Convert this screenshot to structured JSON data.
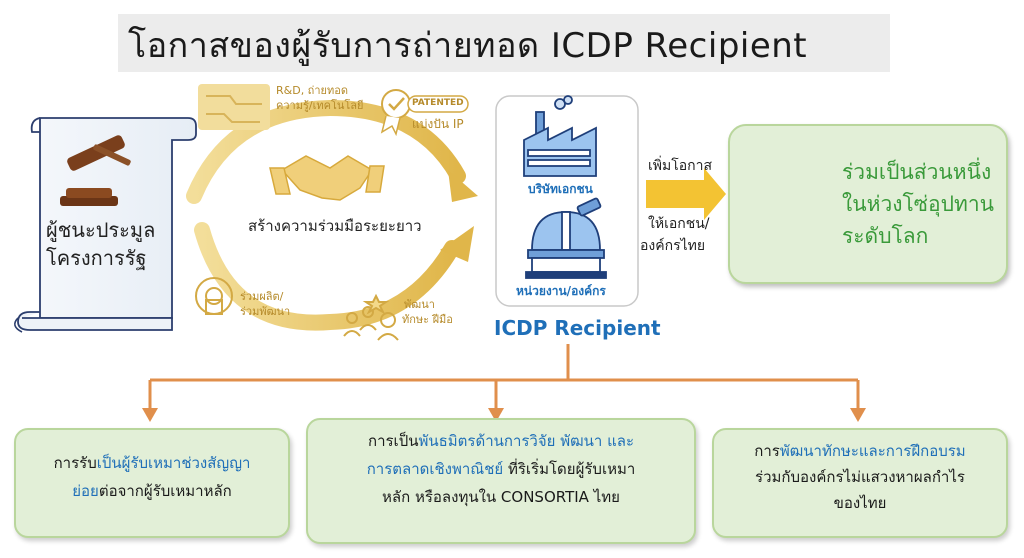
{
  "title": "โอกาสของผู้รับการถ่ายทอด ICDP Recipient",
  "scroll": {
    "line1": "ผู้ชนะประมูล",
    "line2": "โครงการรัฐ"
  },
  "cycle": {
    "center_label": "สร้างความร่วมมือระยะยาว",
    "rd_line1": "R&D, ถ่ายทอด",
    "rd_line2": "ความรู้/เทคโนโลยี",
    "patented_badge": "PATENTED",
    "ip_label": "แบ่งปัน IP",
    "coprod_line1": "ร่วมผลิต/",
    "coprod_line2": "ร่วมพัฒนา",
    "skill_line1": "พัฒนา",
    "skill_line2": "ทักษะ ฝีมือ"
  },
  "recipient": {
    "company_label": "บริษัทเอกชน",
    "agency_label": "หน่วยงาน/องค์กร",
    "caption": "ICDP Recipient"
  },
  "arrow": {
    "line1": "เพิ่มโอกาส",
    "line2": "ให้เอกชน/",
    "line3": "องค์กรไทย"
  },
  "global": {
    "line1": "ร่วมเป็นส่วนหนึ่ง",
    "line2": "ในห่วงโซ่อุปทาน",
    "line3": "ระดับโลก"
  },
  "boxes": {
    "left": {
      "p1": "การรับ",
      "p2": "เป็นผู้รับเหมาช่วงสัญญา",
      "p3": "ย่อย",
      "p4": "ต่อจากผู้รับเหมาหลัก"
    },
    "middle": {
      "p1": "การเป็น",
      "p2": "พันธมิตรด้านการวิจัย พัฒนา และ",
      "p3": "การตลาดเชิงพาณิชย์",
      "p4": " ที่ริเริ่มโดยผู้รับเหมา",
      "p5": "หลัก หรือลงทุนใน CONSORTIA ไทย"
    },
    "right": {
      "p1": "การ",
      "p2": "พัฒนาทักษะและการฝึกอบรม",
      "p3": "ร่วมกับองค์กรไม่แสวงหาผลกำไร",
      "p4": "ของไทย"
    }
  },
  "colors": {
    "gold": "#e0b64a",
    "blue": "#1f6fb8",
    "green_text": "#3a9a3a",
    "green_fill": "#e2efd7",
    "connector": "#e08f4c"
  }
}
